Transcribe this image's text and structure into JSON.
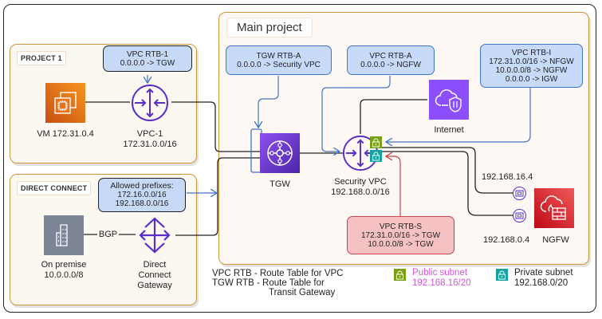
{
  "panels": {
    "project1": {
      "label": "PROJECT 1"
    },
    "direct_connect": {
      "label": "DIRECT CONNECT"
    },
    "main_project": {
      "label": "Main project"
    }
  },
  "route_tables": {
    "vpc_rtb_1": {
      "lines": [
        "VPC RTB-1",
        "0.0.0.0 -> TGW"
      ]
    },
    "allowed_prefixes": {
      "lines": [
        "Allowed prefixes:",
        "172.16.0.0/16",
        "192.168.0.0/16"
      ]
    },
    "tgw_rtb_a": {
      "lines": [
        "TGW RTB-A",
        "0.0.0.0 -> Security VPC"
      ]
    },
    "vpc_rtb_a": {
      "lines": [
        "VPC RTB-A",
        "0.0.0.0 -> NGFW"
      ]
    },
    "vpc_rtb_i": {
      "lines": [
        "VPC RTB-I",
        "172.31.0.0/16 -> NFGW",
        "10.0.0.0/8 -> NGFW",
        "0.0.0.0 -> IGW"
      ]
    },
    "vpc_rtb_s": {
      "lines": [
        "VPC RTB-S",
        "172.31.0.0/16 -> TGW",
        "10.0.0.0/8 -> TGW"
      ]
    }
  },
  "nodes": {
    "vm": {
      "icon": "ec2-instance-icon",
      "lines": [
        "VM 172.31.0.4"
      ]
    },
    "vpc1": {
      "icon": "vpc-router-icon",
      "lines": [
        "VPC-1",
        "172.31.0.0/16"
      ]
    },
    "on_premise": {
      "icon": "corporate-building-icon",
      "lines": [
        "On premise",
        "10.0.0.0/8"
      ]
    },
    "dx_gateway": {
      "icon": "direct-connect-gateway-icon",
      "lines": [
        "Direct",
        "Connect",
        "Gateway"
      ]
    },
    "bgp": {
      "label": "BGP"
    },
    "tgw": {
      "icon": "transit-gateway-icon",
      "lines": [
        "TGW"
      ]
    },
    "security_vpc": {
      "icon": "vpc-router-icon",
      "lines": [
        "Security VPC",
        "192.168.0.0/16"
      ]
    },
    "internet": {
      "icon": "internet-gateway-shield-icon",
      "lines": [
        "Internet"
      ]
    },
    "ngfw": {
      "icon": "network-firewall-icon",
      "lines": [
        "NGFW"
      ]
    },
    "eni_public_ip": "192.168.16.4",
    "eni_private_ip": "192.168.0.4"
  },
  "notes": {
    "line1": "VPC RTB - Route Table for VPC",
    "line2": "TGW RTB - Route Table for",
    "line3": "Transit Gateway"
  },
  "legend": {
    "public": {
      "title": "Public subnet",
      "cidr": "192.168.16/20",
      "color": "#7aa116",
      "text_color": "#d455d8"
    },
    "private": {
      "title": "Private subnet",
      "cidr": "192.168.0/20",
      "color": "#17a2a1",
      "text_color": "#222222"
    }
  },
  "colors": {
    "panel_border": "#d3953a",
    "rtb_fill": "#c7dafa",
    "rtb_border": "#3f74c6",
    "rtb_red_fill": "#f6c1c3",
    "rtb_red_border": "#c8424a",
    "aws_purple": "#5a2dc8",
    "ec2_orange": "#e2661a",
    "ngfw_red": "#d8202f",
    "onprem_gray": "#7b8595"
  }
}
